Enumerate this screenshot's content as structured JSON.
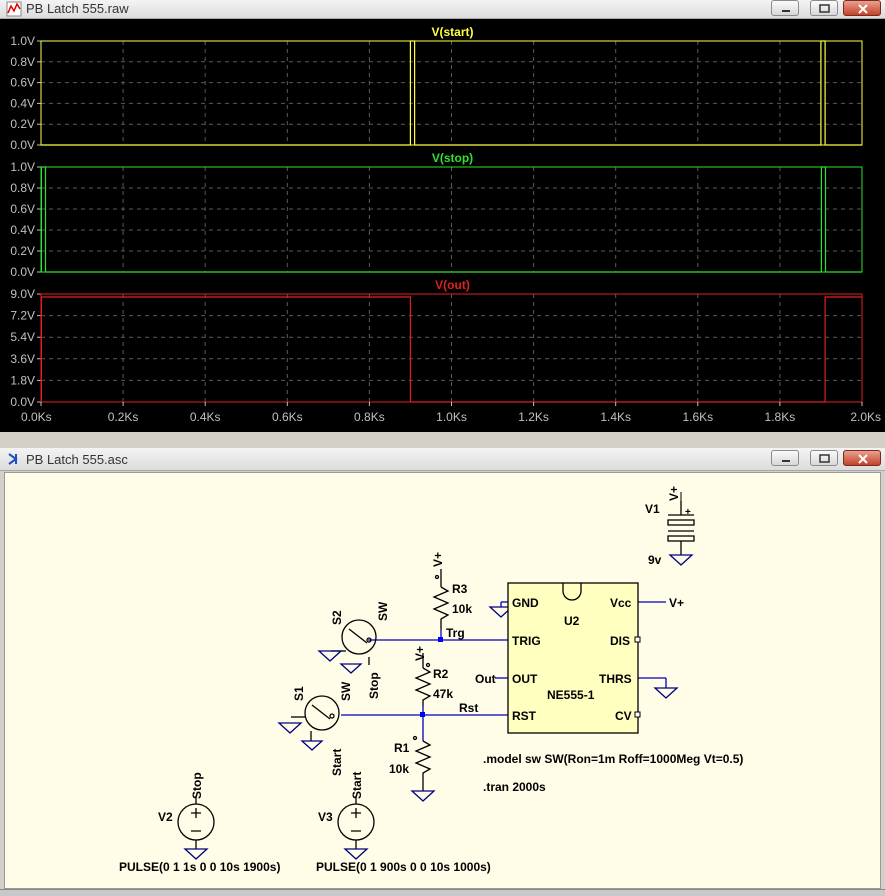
{
  "plot_window": {
    "title": "PB Latch 555.raw",
    "panes": [
      {
        "trace": "V(start)",
        "color": "#ffff40",
        "y_ticks": [
          "1.0V",
          "0.8V",
          "0.6V",
          "0.4V",
          "0.2V",
          "0.0V"
        ]
      },
      {
        "trace": "V(stop)",
        "color": "#30e030",
        "y_ticks": [
          "1.0V",
          "0.8V",
          "0.6V",
          "0.4V",
          "0.2V",
          "0.0V"
        ]
      },
      {
        "trace": "V(out)",
        "color": "#e02020",
        "y_ticks": [
          "9.0V",
          "7.2V",
          "5.4V",
          "3.6V",
          "1.8V",
          "0.0V"
        ]
      }
    ],
    "x_ticks": [
      "0.0Ks",
      "0.2Ks",
      "0.4Ks",
      "0.6Ks",
      "0.8Ks",
      "1.0Ks",
      "1.2Ks",
      "1.4Ks",
      "1.6Ks",
      "1.8Ks",
      "2.0Ks"
    ]
  },
  "chart_data": [
    {
      "type": "line",
      "series": [
        {
          "name": "V(start)",
          "x": [
            0,
            900,
            900,
            910,
            910,
            1900,
            1900,
            1910,
            1910,
            2000
          ],
          "y": [
            0,
            0,
            1,
            1,
            0,
            0,
            1,
            1,
            0,
            0
          ]
        }
      ],
      "xlim": [
        0,
        2000
      ],
      "ylim": [
        0,
        1
      ]
    },
    {
      "type": "line",
      "series": [
        {
          "name": "V(stop)",
          "x": [
            0,
            1,
            1,
            11,
            11,
            1901,
            1901,
            1911,
            1911,
            2000
          ],
          "y": [
            0,
            0,
            1,
            1,
            0,
            0,
            1,
            1,
            0,
            0
          ]
        }
      ],
      "xlim": [
        0,
        2000
      ],
      "ylim": [
        0,
        1
      ]
    },
    {
      "type": "line",
      "series": [
        {
          "name": "V(out)",
          "x": [
            0,
            1,
            1,
            900,
            900,
            1910,
            1910,
            2000
          ],
          "y": [
            0,
            0,
            8.75,
            8.75,
            0,
            0,
            8.75,
            8.75
          ]
        }
      ],
      "xlim": [
        0,
        2000
      ],
      "ylim": [
        0,
        9
      ]
    }
  ],
  "schematic_window": {
    "title": "PB Latch 555.asc",
    "labels": {
      "v1": "V1",
      "v1_val": "9v",
      "vplus": "V+",
      "r3": "R3",
      "r3_val": "10k",
      "r2": "R2",
      "r2_val": "47k",
      "r1": "R1",
      "r1_val": "10k",
      "s1": "S1",
      "s2": "S2",
      "sw": "SW",
      "stop": "Stop",
      "start": "Start",
      "trg": "Trg",
      "rst": "Rst",
      "out": "Out",
      "u2": "U2",
      "ic_model": "NE555-1",
      "pin_gnd": "GND",
      "pin_vcc": "Vcc",
      "pin_trig": "TRIG",
      "pin_dis": "DIS",
      "pin_out": "OUT",
      "pin_thrs": "THRS",
      "pin_rst": "RST",
      "pin_cv": "CV",
      "v2": "V2",
      "v3": "V3",
      "v2_pulse": "PULSE(0 1 1s 0 0 10s 1900s)",
      "v3_pulse": "PULSE(0 1 900s 0 0 10s 1000s)",
      "model_directive": ".model sw SW(Ron=1m Roff=1000Meg Vt=0.5)",
      "tran_directive": ".tran 2000s",
      "plus": "+"
    }
  },
  "colors": {
    "wire": "#0000c0",
    "component": "#000000",
    "node": "#0000ff",
    "ic_fill": "#ffffc0",
    "plot_grid": "#5a5a5a",
    "axis_text": "#c0c0c0"
  }
}
